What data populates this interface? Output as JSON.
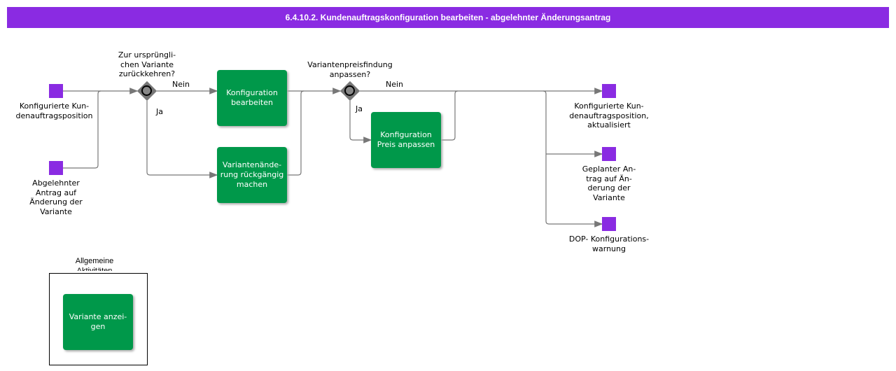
{
  "title": "6.4.10.2. Kundenauftragskonfiguration bearbeiten - abgelehnter Änderungsantrag",
  "events": {
    "start1": "Konfigurierte    Kun-\ndenauftragsposition",
    "start2": "Abgelehnter\nAntrag auf\nÄnderung der\nVariante",
    "end1": "Konfigurierte    Kun-\ndenauftragsposition,\naktualisiert",
    "end2": "Geplanter An-\ntrag auf Än-\nderung der\nVariante",
    "end3": "DOP-    Konfigurations-\nwarnung"
  },
  "gateways": {
    "g1": "Zur ursprüngli-\nchen Variante\nzurückkehren?",
    "g2": "Variantenpreisfindung\nanpassen?"
  },
  "flows": {
    "nein1": "Nein",
    "ja1": "Ja",
    "nein2": "Nein",
    "ja2": "Ja"
  },
  "tasks": {
    "t1": "Konfiguration bearbeiten",
    "t2": "Variantenände-rung rückgängig machen",
    "t3": "Konfiguration Preis anpassen",
    "t4": "Variante anzei-gen"
  },
  "group": "Allgemeine\nAktivitäten",
  "colors": {
    "header": "#8a2be2",
    "event": "#8a2be2",
    "task": "#00984a"
  }
}
